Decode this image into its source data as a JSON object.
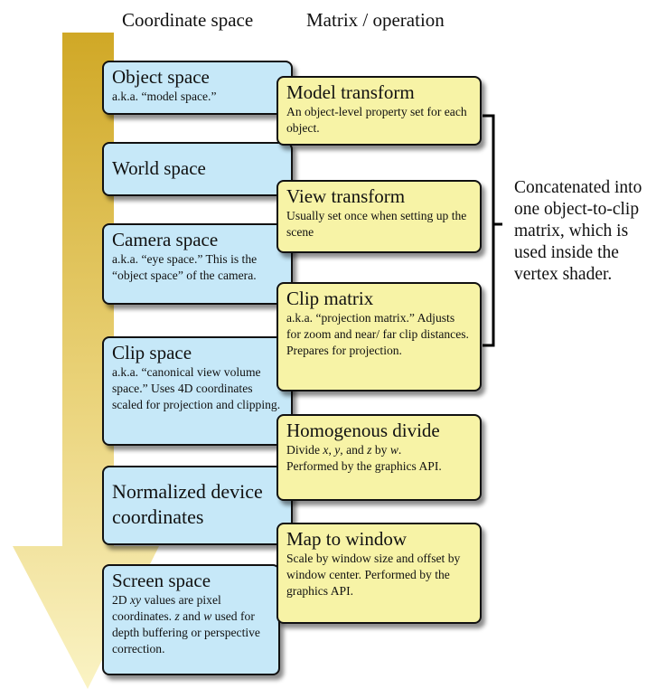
{
  "headers": {
    "coordinate_space": "Coordinate space",
    "matrix_operation": "Matrix / operation"
  },
  "spaces": [
    {
      "title": "Object space",
      "desc": "a.k.a. “model space.”"
    },
    {
      "title": "World space",
      "desc": ""
    },
    {
      "title": "Camera space",
      "desc": "a.k.a. “eye space.”  This is the “object space” of the camera."
    },
    {
      "title": "Clip space",
      "desc": "a.k.a. “canonical view volume space.” Uses 4D coordinates scaled for projection and clipping."
    },
    {
      "title": "Normalized device coordinates",
      "desc": ""
    },
    {
      "title": "Screen space",
      "desc_a": "2D ",
      "desc_xy": "xy",
      "desc_b": " values are pixel coordinates.  ",
      "desc_z": "z",
      "desc_c": " and ",
      "desc_w": "w",
      "desc_d": " used for depth buffering or perspective correction."
    }
  ],
  "operations": [
    {
      "title": "Model transform",
      "desc": "An object-level property set for each object."
    },
    {
      "title": "View transform",
      "desc": "Usually set once when setting up the scene"
    },
    {
      "title": "Clip matrix",
      "desc": "a.k.a. “projection matrix.” Adjusts for zoom and near/ far clip distances.  Prepares for projection."
    },
    {
      "title": "Homogenous divide",
      "desc_a": "Divide ",
      "desc_x": "x",
      "desc_b": ", ",
      "desc_y": "y",
      "desc_c": ", and ",
      "desc_z": "z",
      "desc_d": " by ",
      "desc_w": "w",
      "desc_e": ".",
      "desc_f": "Performed by the graphics API."
    },
    {
      "title": "Map to window",
      "desc": "Scale by window size and offset by window center. Performed by the graphics API."
    }
  ],
  "bracket_note": "Concatenated into one object-to-clip matrix, which is used inside the vertex shader.",
  "colors": {
    "space_box": "#c6e8f8",
    "operation_box": "#f7f3a6",
    "arrow_dark": "#d0a826",
    "arrow_light": "#faf3c4"
  }
}
